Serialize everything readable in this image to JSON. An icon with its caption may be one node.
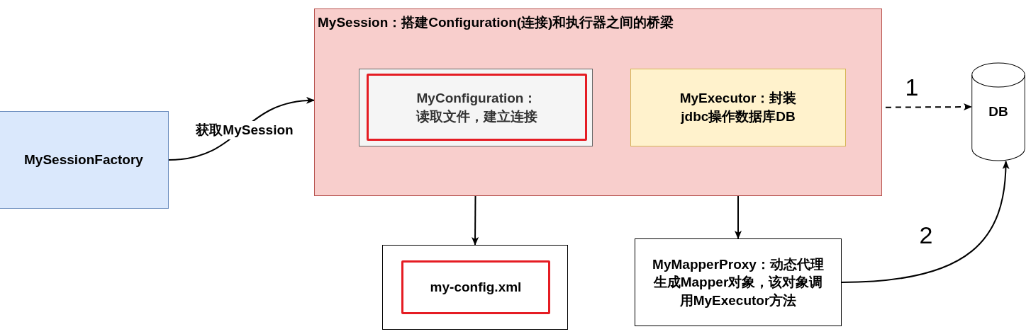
{
  "diagram": {
    "nodes": [
      {
        "text": [
          "MySessionFactory"
        ]
      },
      {
        "text": [
          "MySession：搭建Configuration(连接)和执行器之间的桥梁"
        ]
      },
      {
        "text": [],
        "shape": "box",
        "in": 1
      },
      {
        "text": [
          "MyConfiguration：读取文件，建立连接"
        ],
        "in": 2
      },
      {
        "text": [
          "MyExecutor：封装jdbc操作数据库DB"
        ],
        "in": 1
      },
      {
        "text": [
          "DB"
        ]
      },
      {
        "text": [],
        "shape": "box"
      },
      {
        "text": [
          "my-config.xml"
        ],
        "in": 6
      },
      {
        "text": [
          "MyMapperProxy：动态代理生成Mapper对象，该对象调用MyExecutor方法"
        ]
      }
    ],
    "edges": [
      {
        "from": 0,
        "to": 1,
        "arrow": "to",
        "label": "获取MySession"
      },
      {
        "from": 2,
        "to": 6,
        "arrow": "to"
      },
      {
        "from": 4,
        "to": 5,
        "arrow": "to",
        "style": "dashed",
        "label": "1"
      },
      {
        "from": 4,
        "to": 8,
        "arrow": "to"
      },
      {
        "from": 8,
        "to": 5,
        "arrow": "to",
        "label": "2"
      }
    ]
  }
}
